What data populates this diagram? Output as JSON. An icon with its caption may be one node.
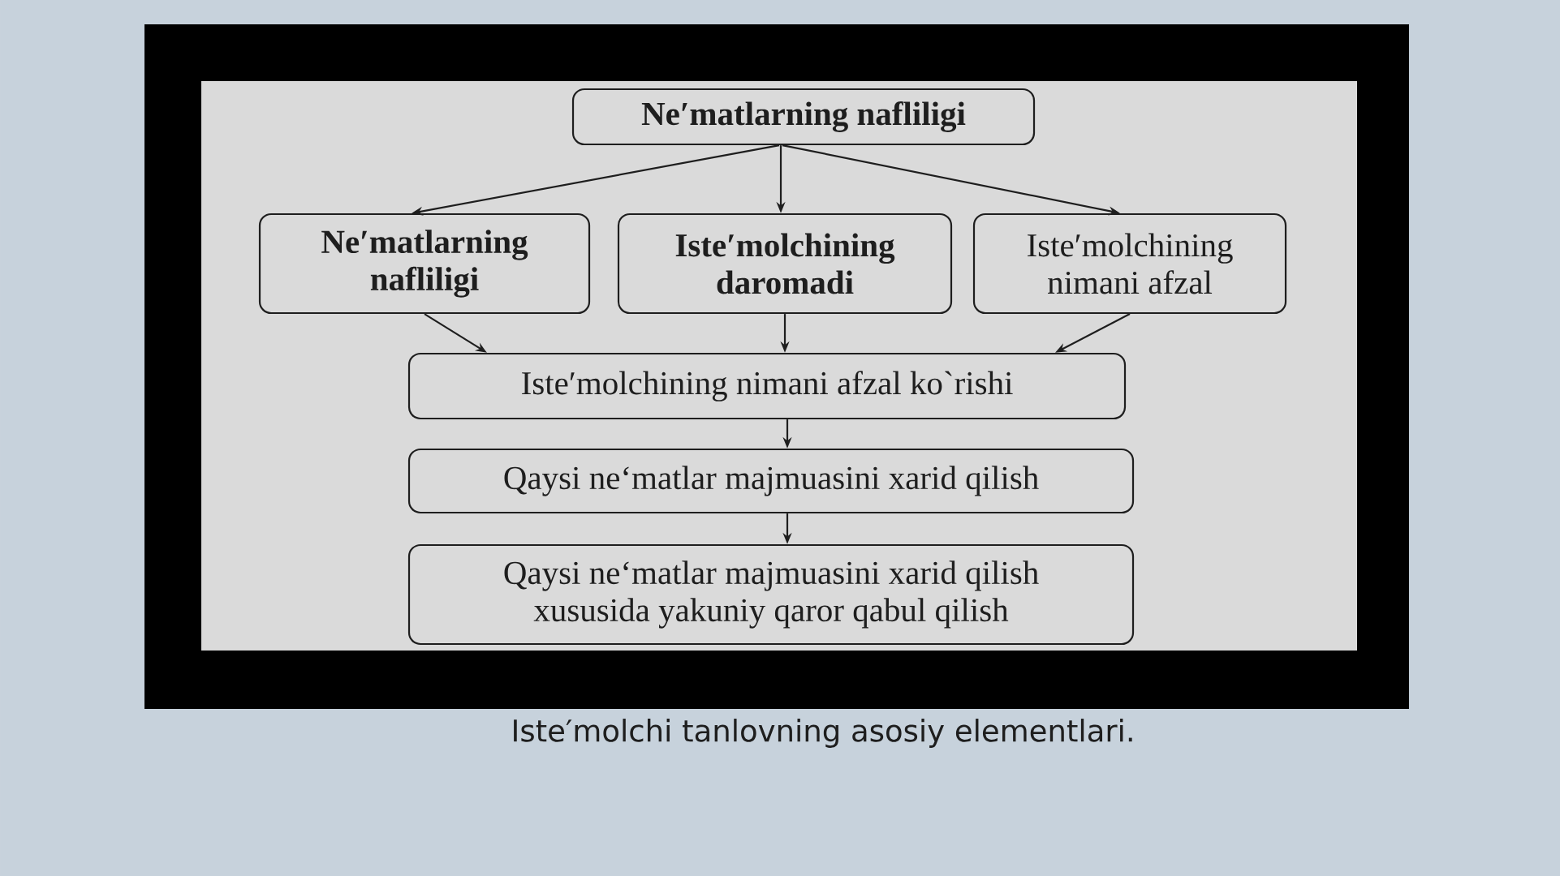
{
  "diagram": {
    "caption": "Iste′molchi tanlovning asosiy elementlari.",
    "nodes": [
      {
        "text": [
          "Ne′matlarning nafliligi"
        ]
      },
      {
        "text": [
          "Ne′matlarning nafliligi"
        ]
      },
      {
        "text": [
          "Iste′molchining daromadi"
        ]
      },
      {
        "text": [
          "Iste′molchining nimani afzal"
        ]
      },
      {
        "text": [
          "Iste′molchining nimani afzal ko`rishi"
        ]
      },
      {
        "text": [
          "Qaysi ne‘matlar majmuasini xarid qilish"
        ]
      },
      {
        "text": [
          "Qaysi ne‘matlar majmuasini xarid qilish xususida yakuniy qaror qabul qilish"
        ]
      }
    ],
    "edges": [
      {
        "from": 0,
        "to": 1,
        "arrow": "to"
      },
      {
        "from": 0,
        "to": 2,
        "arrow": "to"
      },
      {
        "from": 0,
        "to": 3,
        "arrow": "to"
      },
      {
        "from": 1,
        "to": 4,
        "arrow": "to"
      },
      {
        "from": 2,
        "to": 4,
        "arrow": "to"
      },
      {
        "from": 3,
        "to": 4,
        "arrow": "to"
      },
      {
        "from": 4,
        "to": 5,
        "arrow": "to"
      },
      {
        "from": 5,
        "to": 6,
        "arrow": "to"
      }
    ]
  }
}
